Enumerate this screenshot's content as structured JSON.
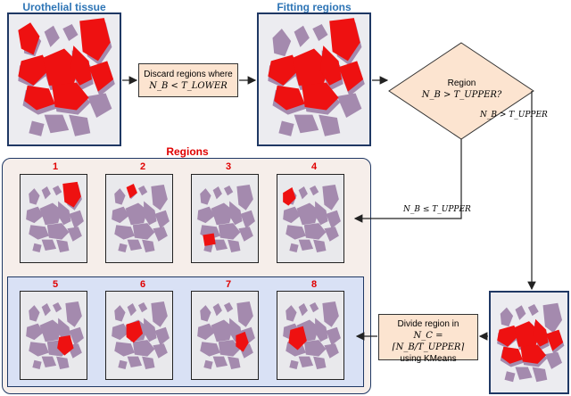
{
  "titles": {
    "urothelial": "Urothelial tissue",
    "fitting": "Fitting regions",
    "regions": "Regions"
  },
  "process": {
    "discard_line1": "Discard regions where",
    "discard_line2": "N_B < T_LOWER",
    "decision_line1": "Region",
    "decision_line2": "N_B > T_UPPER?",
    "divide_line1": "Divide region in",
    "divide_line2": "N_C = ⌈N_B/T_UPPER⌉",
    "divide_line3": "using KMeans"
  },
  "arrow_labels": {
    "yes": "N_B > T_UPPER",
    "no": "N_B ≤ T_UPPER"
  },
  "region_numbers": [
    "1",
    "2",
    "3",
    "4",
    "5",
    "6",
    "7",
    "8"
  ],
  "colors": {
    "title_blue": "#2e75b6",
    "highlight_red": "#e00000",
    "tissue_purple": "#a48aae",
    "process_fill": "#fce4d0",
    "regions_panel": "#f6eeea",
    "sub_panel": "#d9e1f5"
  }
}
